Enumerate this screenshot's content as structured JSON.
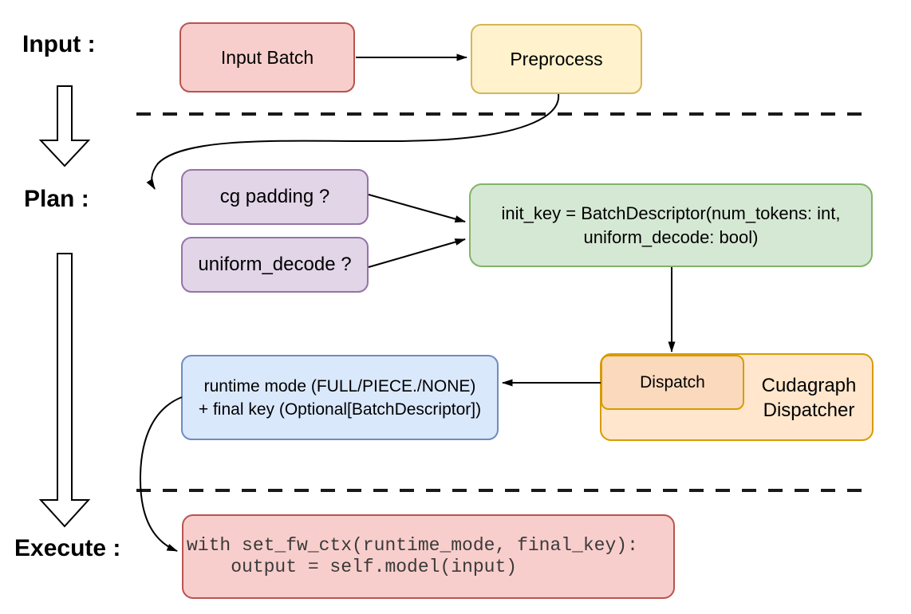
{
  "diagram": {
    "sections": {
      "input_label": "Input :",
      "plan_label": "Plan :",
      "execute_label": "Execute :"
    },
    "nodes": {
      "input_batch": {
        "label": "Input Batch"
      },
      "preprocess": {
        "label": "Preprocess"
      },
      "cg_padding": {
        "label": "cg padding ?"
      },
      "uniform_decode": {
        "label": "uniform_decode ?"
      },
      "init_key": {
        "line1": "init_key = BatchDescriptor(num_tokens: int,",
        "line2": "uniform_decode: bool)"
      },
      "runtime_mode": {
        "line1": "runtime mode (FULL/PIECE./NONE)",
        "line2": "+ final key (Optional[BatchDescriptor])"
      },
      "dispatch": {
        "label": "Dispatch"
      },
      "cudagraph_dispatcher": {
        "line1": "Cudagraph",
        "line2": "Dispatcher"
      },
      "execute_code": {
        "line1": "with set_fw_ctx(runtime_mode, final_key):",
        "line2": "    output = self.model(input)"
      }
    },
    "colors": {
      "red_fill": "#F8CECC",
      "red_stroke": "#B85450",
      "yellow_fill": "#FFF2CC",
      "yellow_stroke": "#D6B656",
      "purple_fill": "#E1D5E7",
      "purple_stroke": "#9673A6",
      "green_fill": "#D5E8D4",
      "green_stroke": "#82B366",
      "blue_fill": "#DAE8FC",
      "blue_stroke": "#6C8EBF",
      "orange_outer_fill": "#FFE6CC",
      "orange_inner_fill": "#FBD9BD",
      "orange_stroke": "#D79B00",
      "line_color": "#000000"
    }
  }
}
